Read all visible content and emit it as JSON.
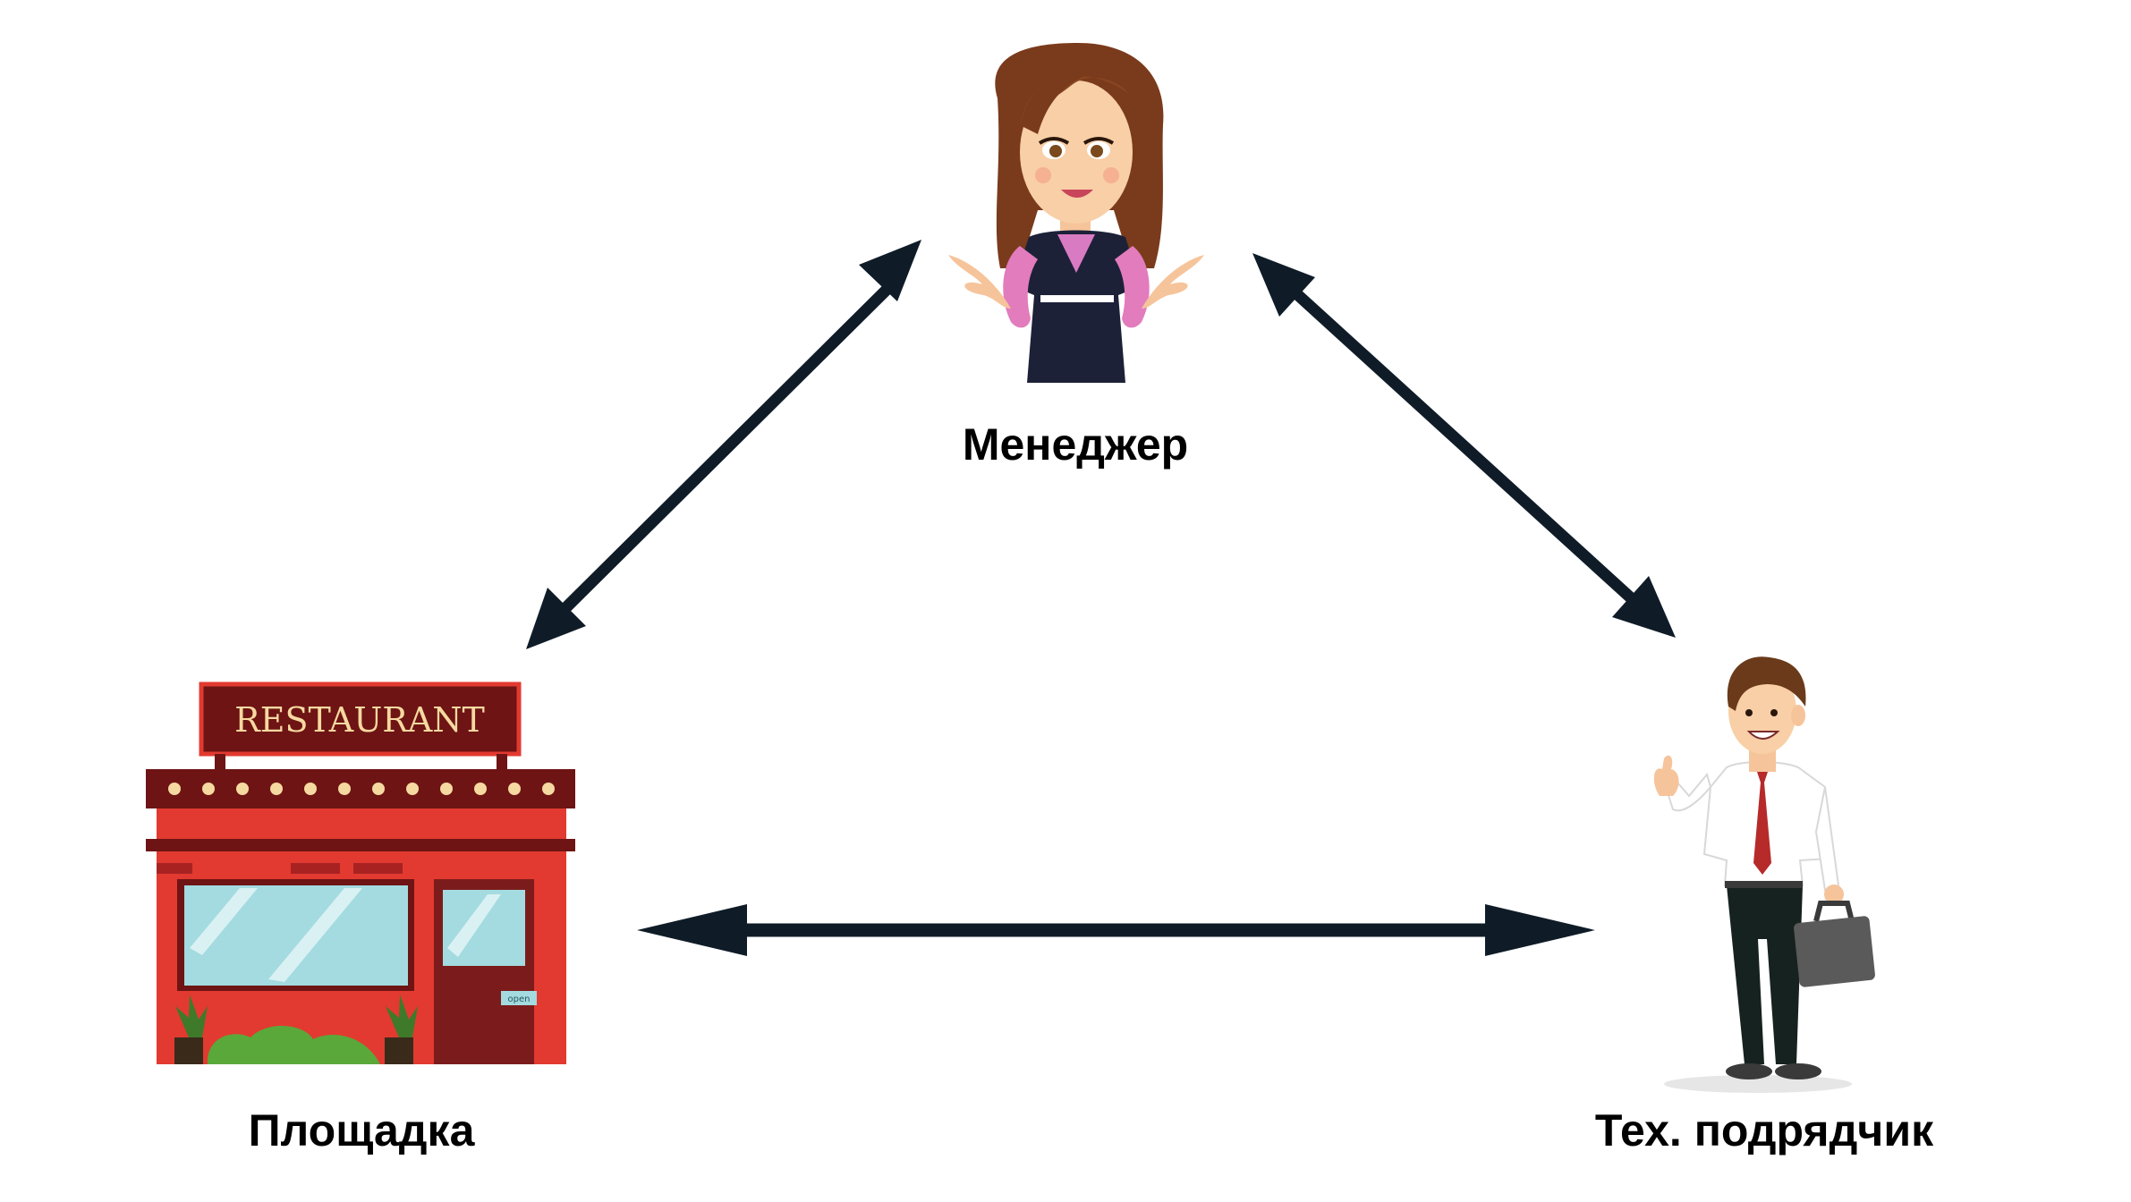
{
  "nodes": {
    "manager": {
      "label": "Менеджер",
      "icon": "manager-woman-icon"
    },
    "venue": {
      "label": "Площадка",
      "icon": "restaurant-icon",
      "sign_text": "RESTAURANT",
      "door_sign_text": "open"
    },
    "contractor": {
      "label": "Тех. подрядчик",
      "icon": "contractor-man-icon"
    }
  },
  "edges": [
    {
      "from": "manager",
      "to": "venue",
      "type": "bidirectional"
    },
    {
      "from": "manager",
      "to": "contractor",
      "type": "bidirectional"
    },
    {
      "from": "venue",
      "to": "contractor",
      "type": "bidirectional"
    }
  ],
  "colors": {
    "arrow": "#0f1c28",
    "restaurant_red": "#e23a30",
    "restaurant_dark": "#6e1414",
    "sign_text": "#f6d9a0"
  }
}
